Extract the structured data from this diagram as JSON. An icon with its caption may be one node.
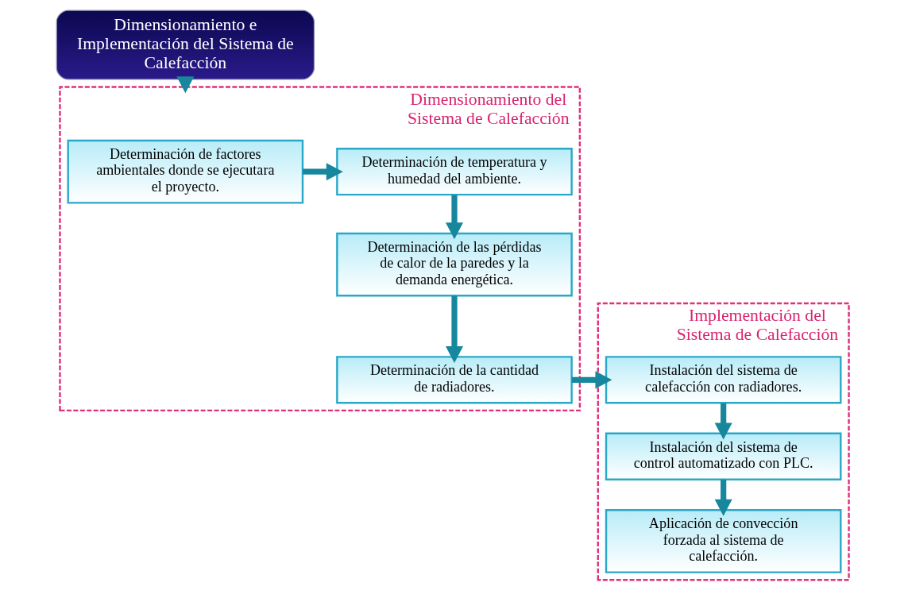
{
  "diagram": {
    "nodes": [
      {
        "text": [
          "Dimensionamiento e Implementación del Sistema de Calefacción"
        ]
      },
      {
        "text": [
          "Dimensionamiento del Sistema de Calefacción"
        ]
      },
      {
        "text": [
          "Determinación de factores ambientales donde se ejecutara el proyecto."
        ],
        "in": 1
      },
      {
        "text": [
          "Determinación de temperatura y humedad del ambiente."
        ],
        "in": 1
      },
      {
        "text": [
          "Determinación de las pérdidas de calor de la paredes y la demanda energética."
        ],
        "in": 1
      },
      {
        "text": [
          "Determinación de la cantidad de radiadores."
        ],
        "in": 1
      },
      {
        "text": [
          "Implementación del Sistema de Calefacción"
        ]
      },
      {
        "text": [
          "Instalación del sistema de calefacción con radiadores."
        ],
        "in": 6
      },
      {
        "text": [
          "Instalación del sistema de control automatizado con PLC."
        ],
        "in": 6
      },
      {
        "text": [
          "Aplicación de convección forzada al sistema de calefacción."
        ],
        "in": 6
      }
    ],
    "edges": [
      {
        "from": 0,
        "to": 1,
        "arrow": "to"
      },
      {
        "from": 2,
        "to": 3,
        "arrow": "to"
      },
      {
        "from": 3,
        "to": 4,
        "arrow": "to"
      },
      {
        "from": 4,
        "to": 5,
        "arrow": "to"
      },
      {
        "from": 5,
        "to": 7,
        "arrow": "to"
      },
      {
        "from": 7,
        "to": 8,
        "arrow": "to"
      },
      {
        "from": 8,
        "to": 9,
        "arrow": "to"
      }
    ]
  }
}
